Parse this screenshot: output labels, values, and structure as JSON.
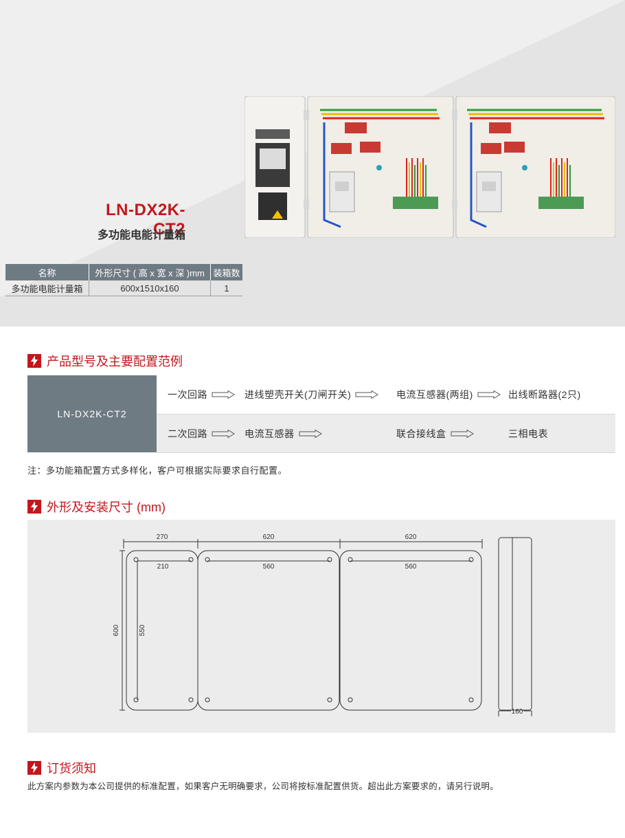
{
  "product": {
    "model": "LN-DX2K-CT2",
    "subtitle": "多功能电能计量箱"
  },
  "spec_table": {
    "headers": [
      "名称",
      "外形尺寸 ( 高 x 宽 x 深 )mm",
      "装箱数"
    ],
    "rows": [
      [
        "多功能电能计量箱",
        "600x1510x160",
        "1"
      ]
    ]
  },
  "sections": {
    "config_title": "产品型号及主要配置范例",
    "dimensions_title": "外形及安装尺寸 (mm)",
    "order_title": "订货须知"
  },
  "config": {
    "model": "LN-DX2K-CT2",
    "row1": [
      "一次回路",
      "进线塑壳开关(刀闸开关)",
      "电流互感器(两组)",
      "出线断路器(2只)"
    ],
    "row2": [
      "二次回路",
      "电流互感器",
      "联合接线盒",
      "三相电表"
    ]
  },
  "note": "注：多功能箱配置方式多样化，客户可根据实际要求自行配置。",
  "dimensions": {
    "width_1": "270",
    "width_2": "620",
    "width_3": "620",
    "mount_1": "210",
    "mount_2": "560",
    "mount_3": "560",
    "height": "600",
    "mount_height": "550",
    "depth": "160"
  },
  "order_text": "此方案内参数为本公司提供的标准配置，如果客户无明确要求，公司将按标准配置供货。超出此方案要求的，请另行说明。",
  "colors": {
    "accent": "#c4161c",
    "table_header": "#6f7b83",
    "panel_bg": "#ececec"
  }
}
